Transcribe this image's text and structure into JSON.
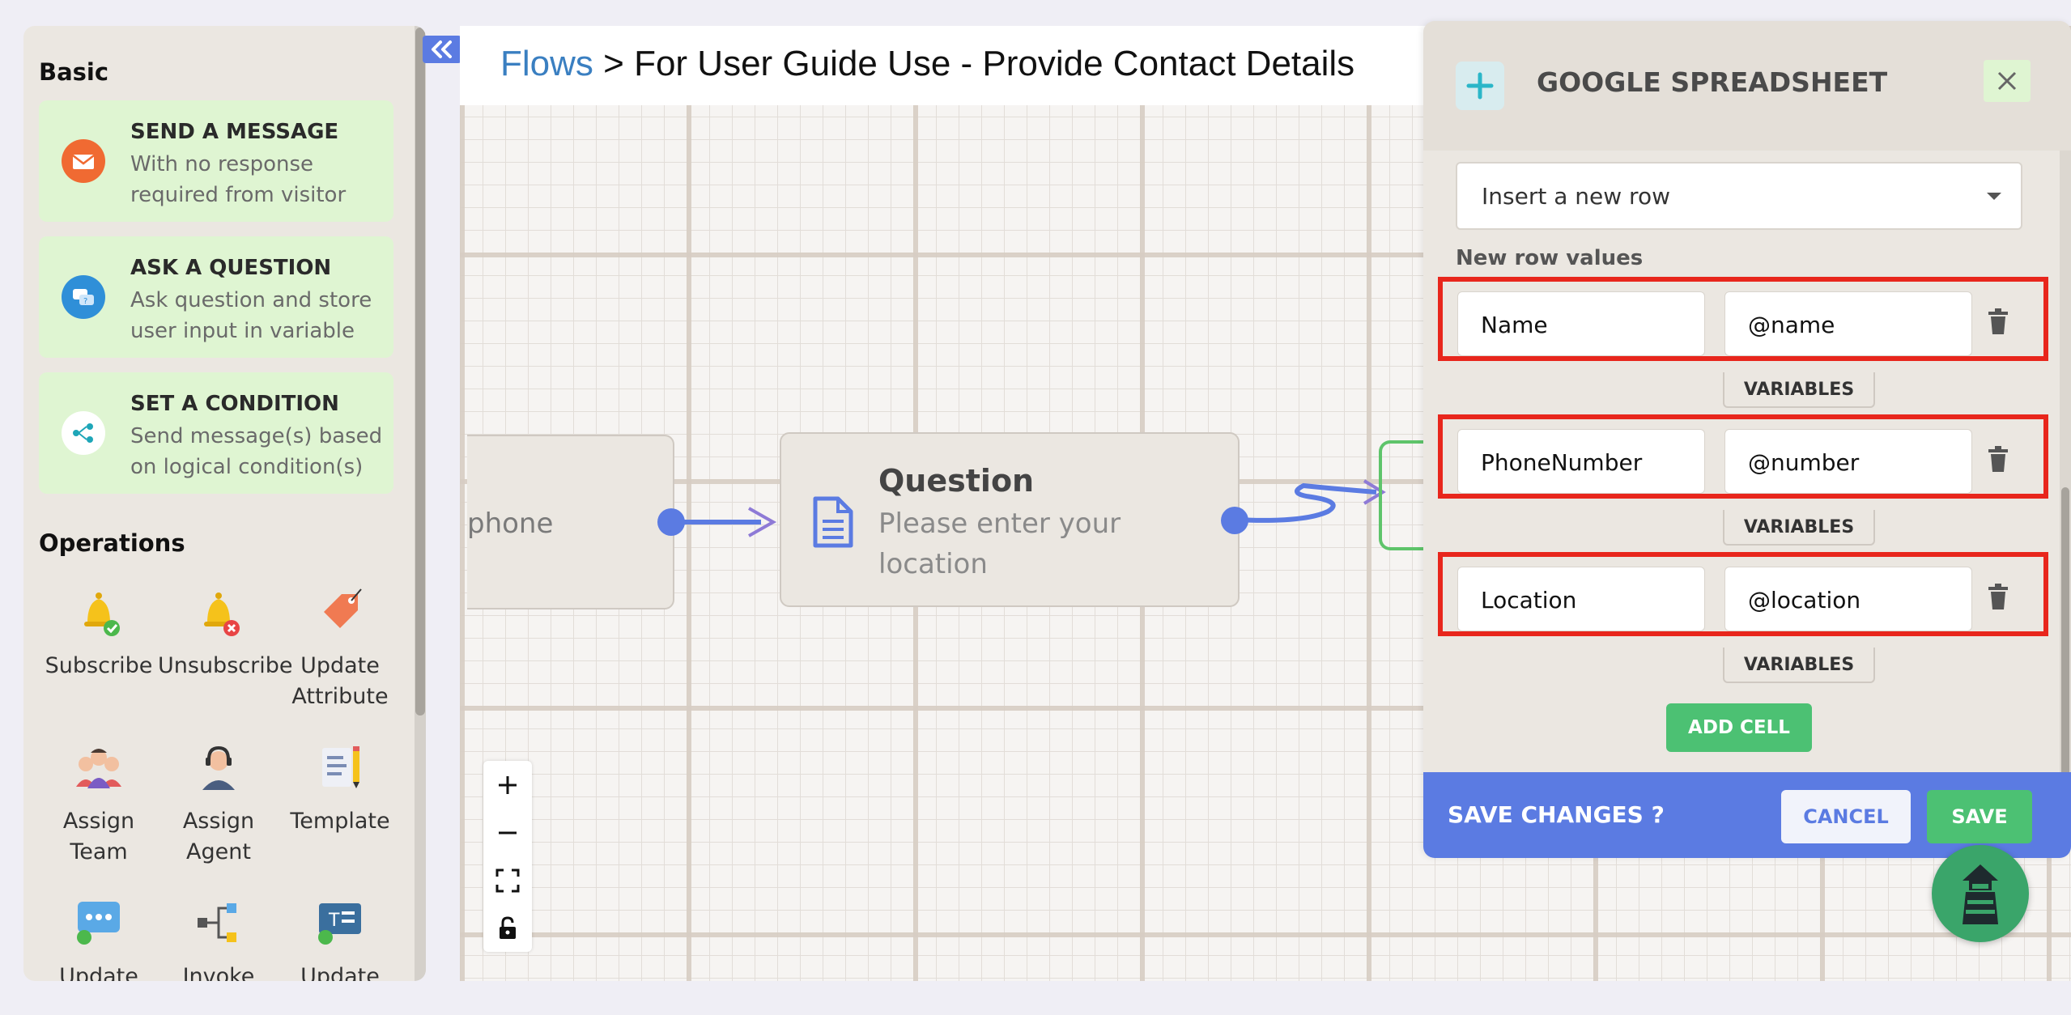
{
  "sidebar": {
    "basic_title": "Basic",
    "blocks": [
      {
        "title": "SEND A MESSAGE",
        "desc": "With no response required from visitor",
        "icon": "envelope-icon"
      },
      {
        "title": "ASK A QUESTION",
        "desc": "Ask question and store user input in variable",
        "icon": "question-chat-icon"
      },
      {
        "title": "SET A CONDITION",
        "desc": "Send message(s) based on logical condition(s)",
        "icon": "branch-icon"
      }
    ],
    "operations_title": "Operations",
    "operations": [
      {
        "label": "Subscribe",
        "icon": "bell-check-icon"
      },
      {
        "label": "Unsubscribe",
        "icon": "bell-x-icon"
      },
      {
        "label": "Update Attribute",
        "icon": "tag-icon"
      },
      {
        "label": "Assign Team",
        "icon": "team-icon"
      },
      {
        "label": "Assign Agent",
        "icon": "agent-icon"
      },
      {
        "label": "Template",
        "icon": "template-icon"
      },
      {
        "label": "Update",
        "icon": "chat-update-icon"
      },
      {
        "label": "Invoke",
        "icon": "flow-invoke-icon"
      },
      {
        "label": "Update",
        "icon": "text-update-icon"
      }
    ]
  },
  "header": {
    "breadcrumb_link": "Flows",
    "breadcrumb_sep": " > ",
    "breadcrumb_title": "For User Guide Use - Provide Contact Details"
  },
  "canvas": {
    "left_node_text": "phone",
    "question_node": {
      "title": "Question",
      "text": "Please enter your location"
    }
  },
  "panel": {
    "title": "GOOGLE SPREADSHEET",
    "action_select": "Insert a new row",
    "row_values_label": "New row values",
    "rows": [
      {
        "column": "Name",
        "value": "@name"
      },
      {
        "column": "PhoneNumber",
        "value": "@number"
      },
      {
        "column": "Location",
        "value": "@location"
      }
    ],
    "variables_label": "VARIABLES",
    "add_cell_label": "ADD CELL",
    "save_question": "SAVE CHANGES ?",
    "cancel_label": "CANCEL",
    "save_label": "SAVE"
  },
  "colors": {
    "accent": "#5b7be2",
    "green": "#4cc173",
    "highlight": "#e8261c",
    "card_bg": "#dff5d2"
  }
}
